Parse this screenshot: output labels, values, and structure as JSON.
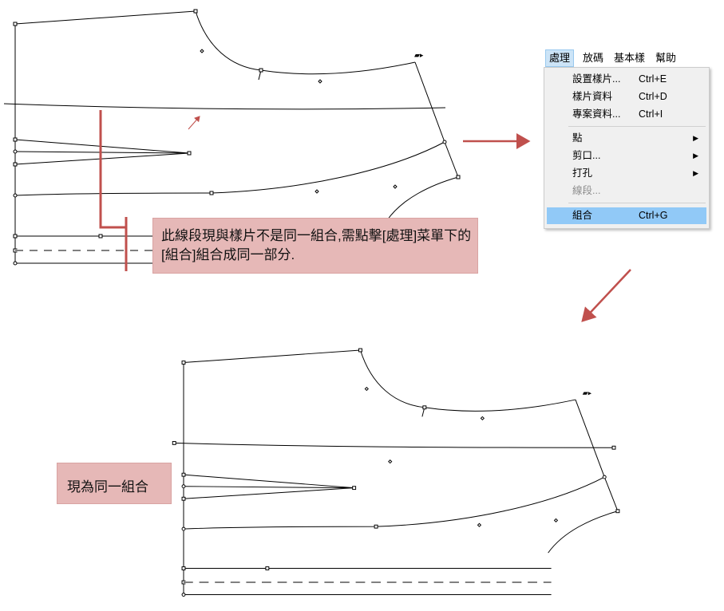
{
  "menubar": {
    "items": [
      {
        "label": "處理"
      },
      {
        "label": "放碼"
      },
      {
        "label": "基本樣"
      },
      {
        "label": "幫助"
      }
    ]
  },
  "menu": {
    "items": [
      {
        "label": "設置樣片...",
        "shortcut": "Ctrl+E"
      },
      {
        "label": "樣片資料",
        "shortcut": "Ctrl+D"
      },
      {
        "label": "專案資料...",
        "shortcut": "Ctrl+I"
      },
      {
        "label": "點",
        "submenu": "▶"
      },
      {
        "label": "剪口...",
        "submenu": "▶"
      },
      {
        "label": "打孔",
        "submenu": "▶"
      },
      {
        "label": "線段..."
      },
      {
        "label": "組合",
        "shortcut": "Ctrl+G"
      }
    ]
  },
  "callouts": {
    "before": "此線段現與樣片不是同一組合,需點擊[處理]菜單下的[組合]組合成同一部分.",
    "after": "現為同一組合"
  },
  "colors": {
    "callout_bg": "#e6b8b7",
    "arrow": "#c0504d",
    "highlight": "#91c9f7"
  }
}
